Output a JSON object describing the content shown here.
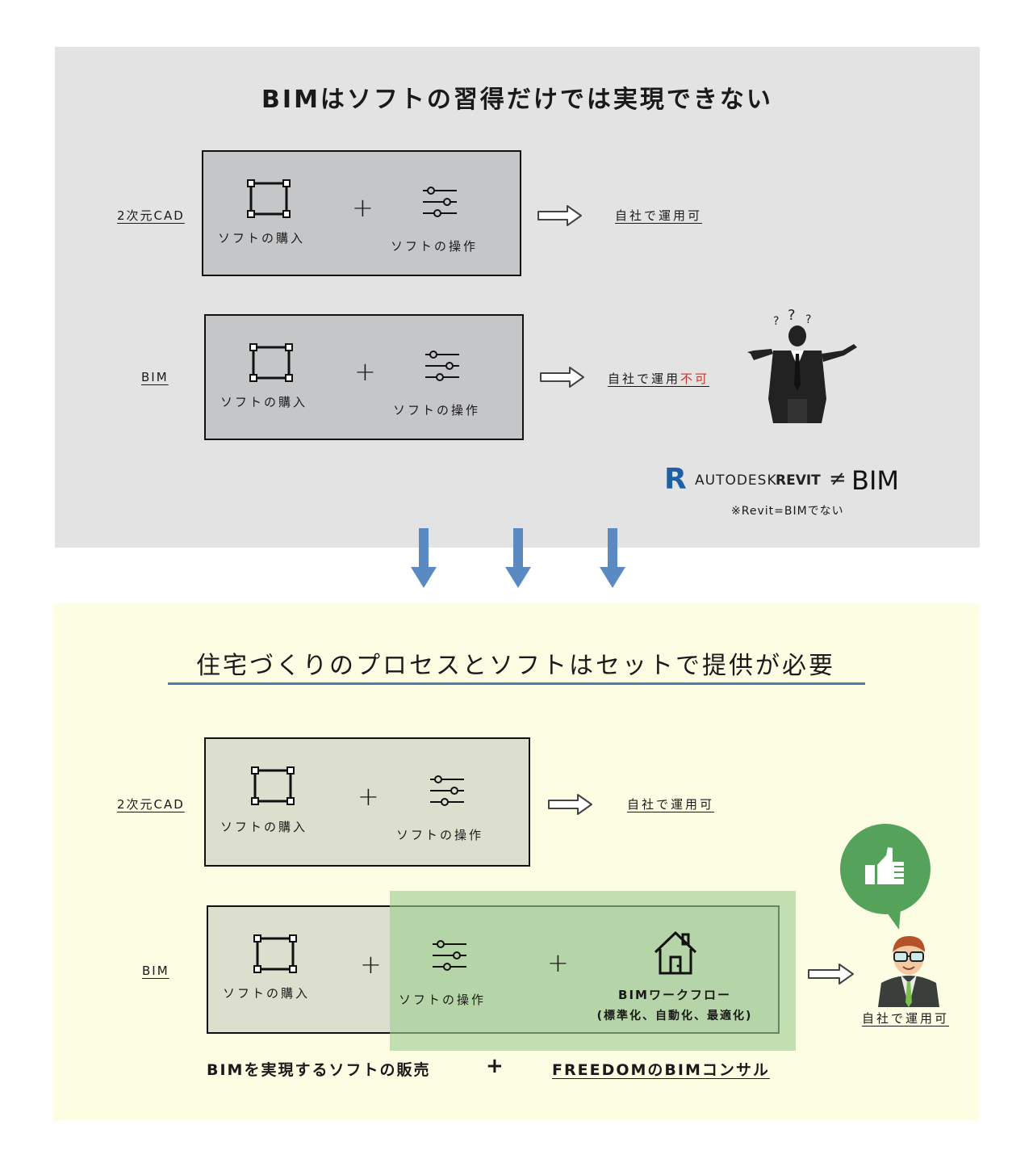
{
  "top": {
    "title": "BIMはソフトの習得だけでは実現できない",
    "row1": {
      "label": "2次元CAD",
      "purchase": "ソフトの購入",
      "plus": "+",
      "operation": "ソフトの操作",
      "result": "自社で運用可"
    },
    "row2": {
      "label": "BIM",
      "purchase": "ソフトの購入",
      "plus": "+",
      "operation": "ソフトの操作",
      "result_prefix": "自社で運用",
      "result_suffix": "不可"
    },
    "revit": {
      "logo_letter": "R",
      "brand": "AUTODESK",
      "product": "REVIT",
      "neq": "≠",
      "bim": "BIM",
      "note": "※Revit=BIMでない"
    },
    "colors": {
      "panel": "#e3e3e3",
      "box": "#c5c6c8",
      "warning": "#c0392b"
    }
  },
  "bottom": {
    "title": "住宅づくりのプロセスとソフトはセットで提供が必要",
    "row1": {
      "label": "2次元CAD",
      "purchase": "ソフトの購入",
      "plus": "+",
      "operation": "ソフトの操作",
      "result": "自社で運用可"
    },
    "row2": {
      "label": "BIM",
      "purchase": "ソフトの購入",
      "plus1": "+",
      "operation": "ソフトの操作",
      "plus2": "+",
      "workflow": "BIMワークフロー",
      "workflow_sub": "(標準化、自動化、最適化)",
      "result": "自社で運用可"
    },
    "footer": {
      "left": "BIMを実現するソフトの販売",
      "plus": "+",
      "right": "FREEDOMのBIMコンサル"
    },
    "colors": {
      "panel": "#fdfde4",
      "box": "#dcdfcd",
      "overlay": "#9ccd8f",
      "accent_line": "#4f7dae",
      "bubble": "#55a35a"
    }
  },
  "connector": {
    "arrow_count": 3,
    "color": "#5b8ac3"
  }
}
